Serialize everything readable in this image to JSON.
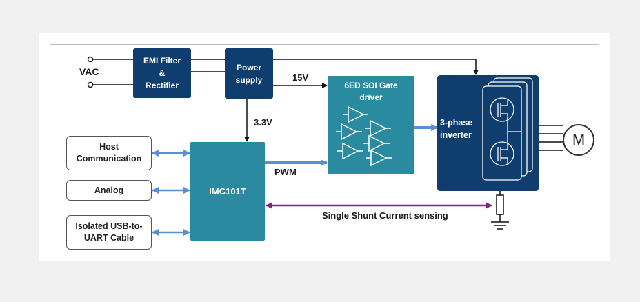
{
  "diagram": {
    "input": {
      "label": "VAC"
    },
    "emi_filter": {
      "line1": "EMI Filter",
      "line2": "&",
      "line3": "Rectifier"
    },
    "power_supply": {
      "line1": "Power",
      "line2": "supply"
    },
    "rails": {
      "v15": "15V",
      "v33": "3.3V"
    },
    "gate_driver": {
      "line1": "6ED SOI Gate",
      "line2": "driver"
    },
    "inverter": {
      "line1": "3-phase",
      "line2": "inverter"
    },
    "motor": {
      "label": "M"
    },
    "controller": {
      "label": "IMC101T"
    },
    "pwm": {
      "label": "PWM"
    },
    "host": {
      "line1": "Host",
      "line2": "Communication"
    },
    "analog": {
      "label": "Analog"
    },
    "usb": {
      "line1": "Isolated USB-to-",
      "line2": "UART Cable"
    },
    "sensing": {
      "label": "Single Shunt Current sensing"
    },
    "colors": {
      "dark_blue": "#0f3d6e",
      "teal": "#2a8ba0",
      "arrow_blue": "#5a8fd0",
      "purple": "#7a2b7a"
    }
  }
}
